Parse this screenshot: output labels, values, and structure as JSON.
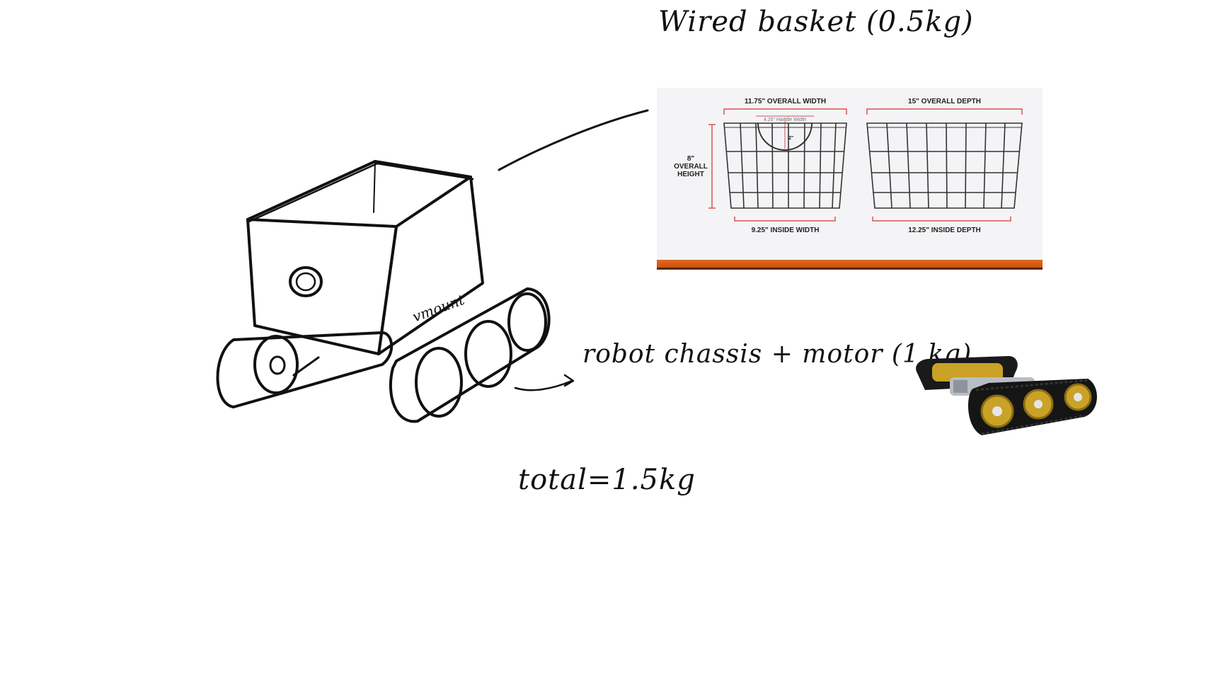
{
  "notes": {
    "basket": "Wired basket (0.5kg)",
    "chassis": "robot chassis + motor (1 kg)",
    "total": "total=1.5kg",
    "mount_label": "vmount"
  },
  "basket_figure": {
    "overall_width": "11.75\" OVERALL WIDTH",
    "overall_depth": "15\" OVERALL DEPTH",
    "handle_width": "4.25\" Handle Width",
    "handle_depth": "2\"",
    "height_value": "8\"",
    "height_line1": "OVERALL",
    "height_line2": "HEIGHT",
    "inside_width": "9.25\" INSIDE WIDTH",
    "inside_depth": "12.25\" INSIDE DEPTH"
  },
  "colors": {
    "dimension_line": "#d9534f",
    "basket_wire": "#333333",
    "brand_bar": "#d85a18",
    "track": "#1a1a1a",
    "wheel_gold": "#c9a227"
  }
}
